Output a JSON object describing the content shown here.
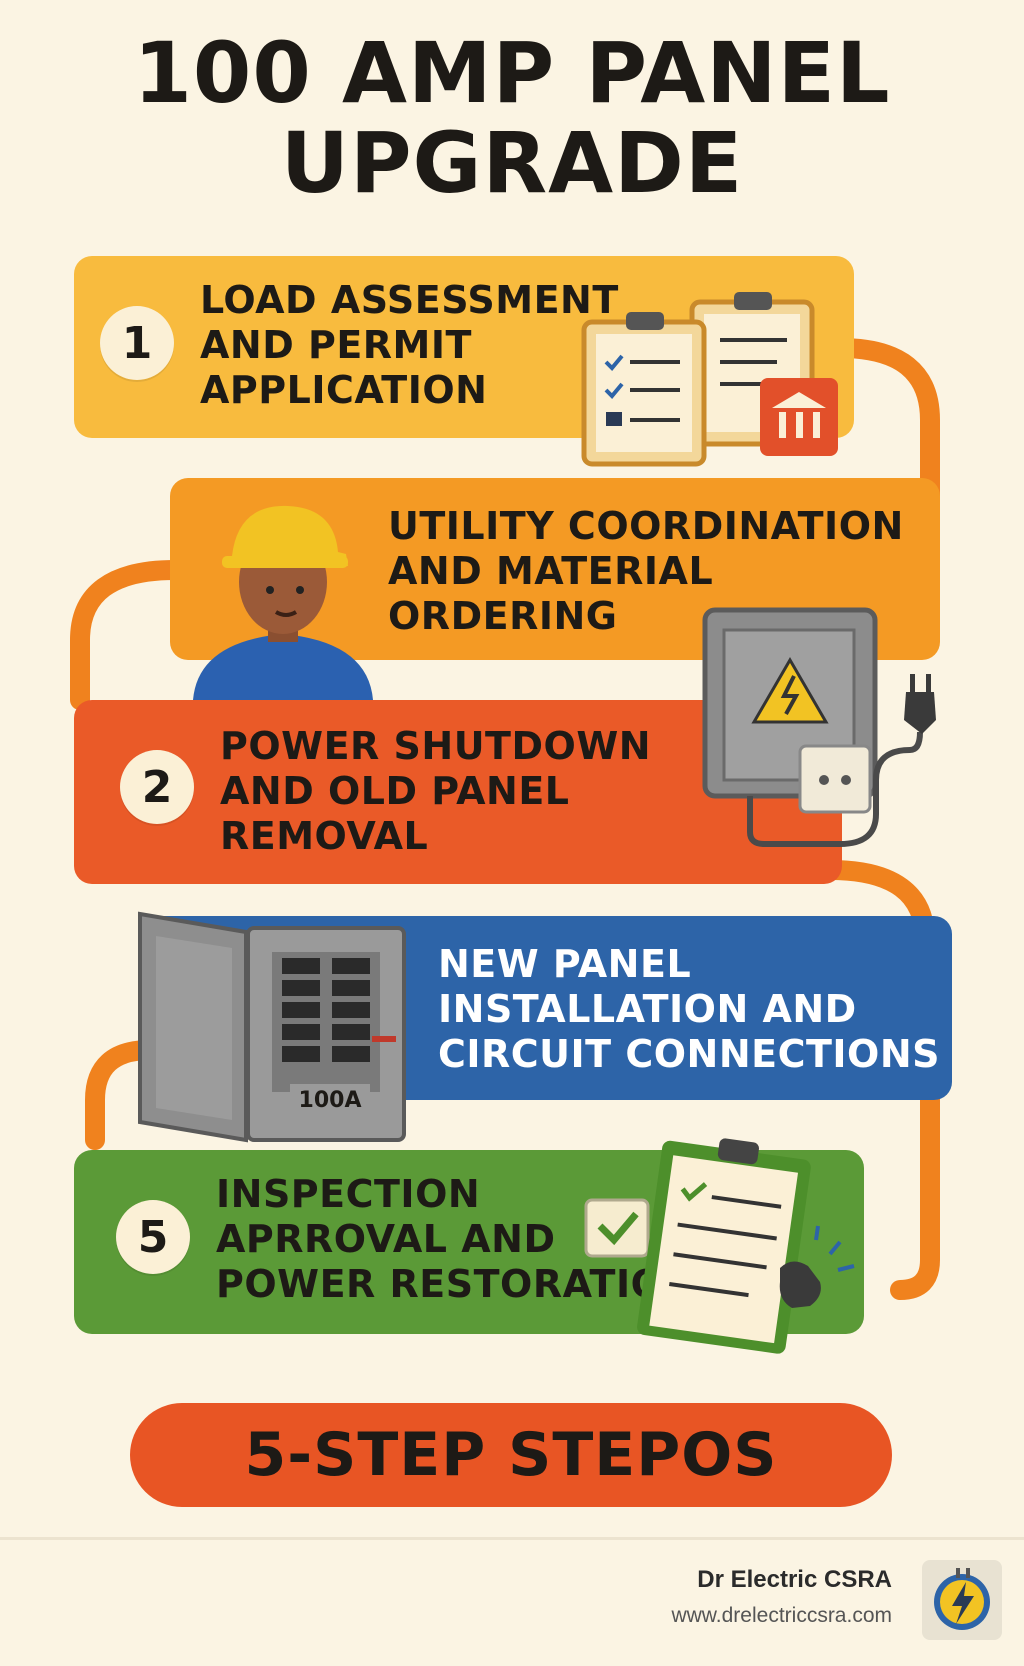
{
  "title": {
    "line1": "100 AMP PANEL",
    "line2": "UPGRADE"
  },
  "steps": [
    {
      "number": "1",
      "text": [
        "LOAD ASSESSMENT",
        "AND PERMIT",
        "APPLICATION"
      ],
      "color": "#f8bb3e"
    },
    {
      "number": "",
      "text": [
        "UTILITY COORDINATION",
        "AND MATERIAL",
        "ORDERING"
      ],
      "color": "#f49a24"
    },
    {
      "number": "2",
      "text": [
        "POWER SHUTDOWN",
        "AND OLD PANEL",
        "REMOVAL"
      ],
      "color": "#ea5a28"
    },
    {
      "number": "",
      "text": [
        "NEW PANEL",
        "INSTALLATION AND",
        "CIRCUIT CONNECTIONS"
      ],
      "color": "#2d64a8"
    },
    {
      "number": "5",
      "text": [
        "INSPECTION",
        "APRROVAL AND",
        "POWER RESTORATION"
      ],
      "color": "#5b9a37"
    }
  ],
  "panel_label": "100A",
  "cta": "5-STEP STEPOS",
  "brand": {
    "name": "Dr Electric CSRA",
    "url": "www.drelectriccsra.com"
  },
  "colors": {
    "background": "#fbf4e3",
    "cable": "#f0821e",
    "text": "#1d1a16",
    "accent_red": "#e85524"
  }
}
